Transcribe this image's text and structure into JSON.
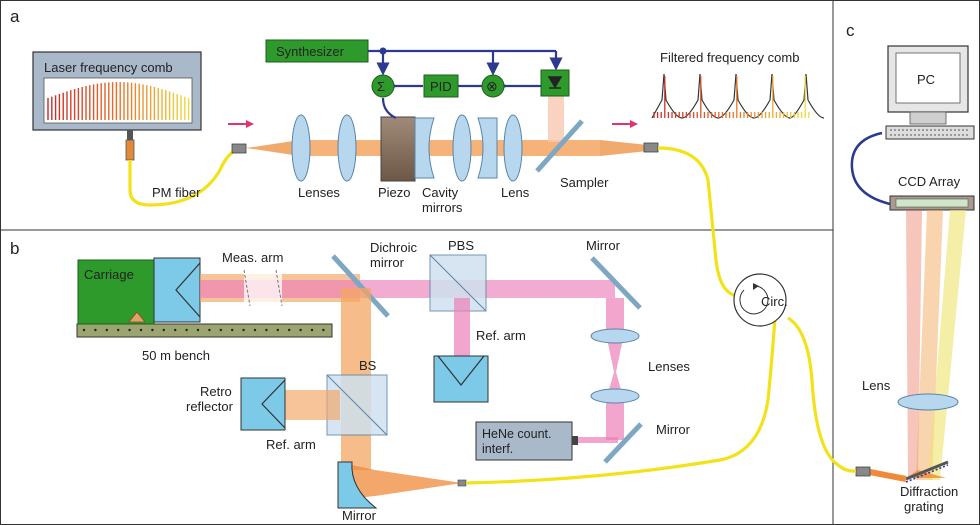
{
  "panels": {
    "a": "a",
    "b": "b",
    "c": "c"
  },
  "labels": {
    "laser_comb": "Laser frequency comb",
    "synthesizer": "Synthesizer",
    "sum": "Σ",
    "pid": "PID",
    "mixer": "⊗",
    "filtered_comb": "Filtered frequency comb",
    "pm_fiber": "PM fiber",
    "lenses_a": "Lenses",
    "piezo": "Piezo",
    "cavity_mirrors_1": "Cavity",
    "cavity_mirrors_2": "mirrors",
    "lens_a": "Lens",
    "sampler": "Sampler",
    "pc": "PC",
    "ccd": "CCD Array",
    "lens_c": "Lens",
    "grating_1": "Diffraction",
    "grating_2": "grating",
    "carriage": "Carriage",
    "meas_arm": "Meas. arm",
    "dichroic_1": "Dichroic",
    "dichroic_2": "mirror",
    "pbs": "PBS",
    "mirror_top": "Mirror",
    "bench": "50 m bench",
    "ref_arm_pbs": "Ref. arm",
    "lenses_b": "Lenses",
    "circ": "Circ.",
    "bs": "BS",
    "retro_1": "Retro",
    "retro_2": "reflector",
    "ref_arm_bs": "Ref. arm",
    "hene_1": "HeNe count.",
    "hene_2": "interf.",
    "mirror_hene": "Mirror",
    "mirror_bottom": "Mirror"
  }
}
